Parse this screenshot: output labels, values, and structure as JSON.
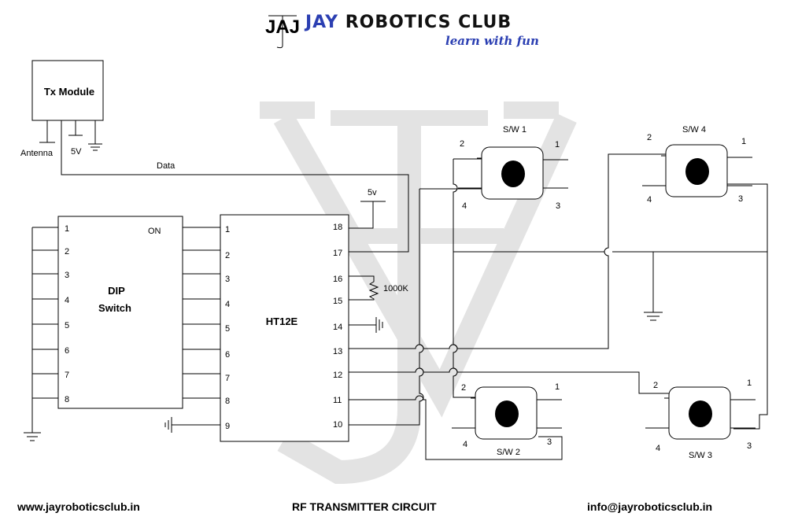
{
  "header": {
    "brand_prefix": "JAY",
    "brand_rest": "ROBOTICS CLUB",
    "tagline": "learn with fun",
    "logo_icon": "jaj-monogram-logo",
    "logo_text": "JAJ"
  },
  "footer": {
    "website": "www.jayroboticsclub.in",
    "title": "RF TRANSMITTER CIRCUIT",
    "email": "info@jayroboticsclub.in"
  },
  "diagram": {
    "tx_module": {
      "label": "Tx Module",
      "antenna_label": "Antenna",
      "supply_label": "5V"
    },
    "data_label": "Data",
    "supply_5v_label": "5v",
    "dip_switch": {
      "label_line1": "DIP",
      "label_line2": "Switch",
      "on_label": "ON",
      "pins": [
        "1",
        "2",
        "3",
        "4",
        "5",
        "6",
        "7",
        "8"
      ]
    },
    "encoder": {
      "label": "HT12E",
      "left_pins": [
        "1",
        "2",
        "3",
        "4",
        "5",
        "6",
        "7",
        "8",
        "9"
      ],
      "right_pins": [
        "18",
        "17",
        "16",
        "15",
        "14",
        "13",
        "12",
        "11",
        "10"
      ]
    },
    "resistor_label": "1000K",
    "switches": [
      {
        "name": "S/W 1",
        "p1": "1",
        "p2": "2",
        "p3": "3",
        "p4": "4"
      },
      {
        "name": "S/W 2",
        "p1": "1",
        "p2": "2",
        "p3": "3",
        "p4": "4"
      },
      {
        "name": "S/W 3",
        "p1": "1",
        "p2": "2",
        "p3": "3",
        "p4": "4"
      },
      {
        "name": "S/W 4",
        "p1": "1",
        "p2": "2",
        "p3": "3",
        "p4": "4"
      }
    ]
  }
}
